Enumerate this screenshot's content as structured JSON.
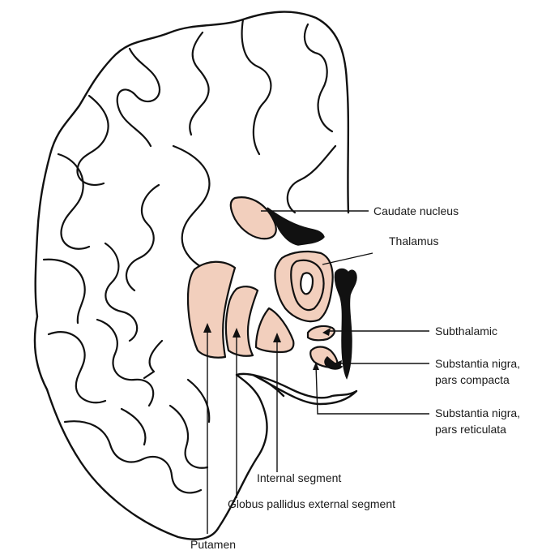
{
  "colors": {
    "nucleus_fill": "#f2cfbd",
    "ventricle": "#111111",
    "outline": "#111111",
    "background": "#ffffff"
  },
  "labels": {
    "caudate": "Caudate nucleus",
    "thalamus": "Thalamus",
    "subthalamic": "Subthalamic",
    "snc_line1": "Substantia nigra,",
    "snc_line2": "pars compacta",
    "snr_line1": "Substantia nigra,",
    "snr_line2": "pars reticulata",
    "internal_segment": "Internal segment",
    "gp_external": "Globus pallidus external segment",
    "putamen": "Putamen"
  }
}
